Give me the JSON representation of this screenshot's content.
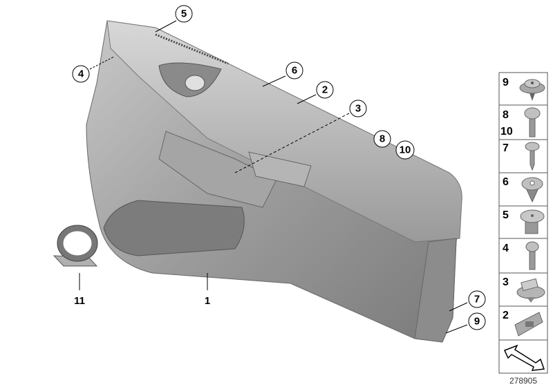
{
  "diagram_number": "278905",
  "callouts": {
    "c1": "1",
    "c2": "2",
    "c3": "3",
    "c4": "4",
    "c5": "5",
    "c6": "6",
    "c7": "7",
    "c8": "8",
    "c9": "9",
    "c10": "10",
    "c11": "11"
  },
  "parts_panel": [
    {
      "labels": [
        "9"
      ],
      "icon": "expanding-rivet-icon"
    },
    {
      "labels": [
        "8",
        "10"
      ],
      "icon": "screw-icon"
    },
    {
      "labels": [
        "7"
      ],
      "icon": "self-tapping-screw-icon"
    },
    {
      "labels": [
        "6"
      ],
      "icon": "clip-icon"
    },
    {
      "labels": [
        "5"
      ],
      "icon": "expanding-nut-icon"
    },
    {
      "labels": [
        "4"
      ],
      "icon": "screw-icon"
    },
    {
      "labels": [
        "3"
      ],
      "icon": "clip-icon"
    },
    {
      "labels": [
        "2"
      ],
      "icon": "bracket-clip-icon"
    },
    {
      "labels": [],
      "icon": "arrow-icon"
    }
  ],
  "colors": {
    "part_fill": "#9a9a9a",
    "part_light": "#c8c8c8",
    "part_dark": "#6e6e6e"
  }
}
